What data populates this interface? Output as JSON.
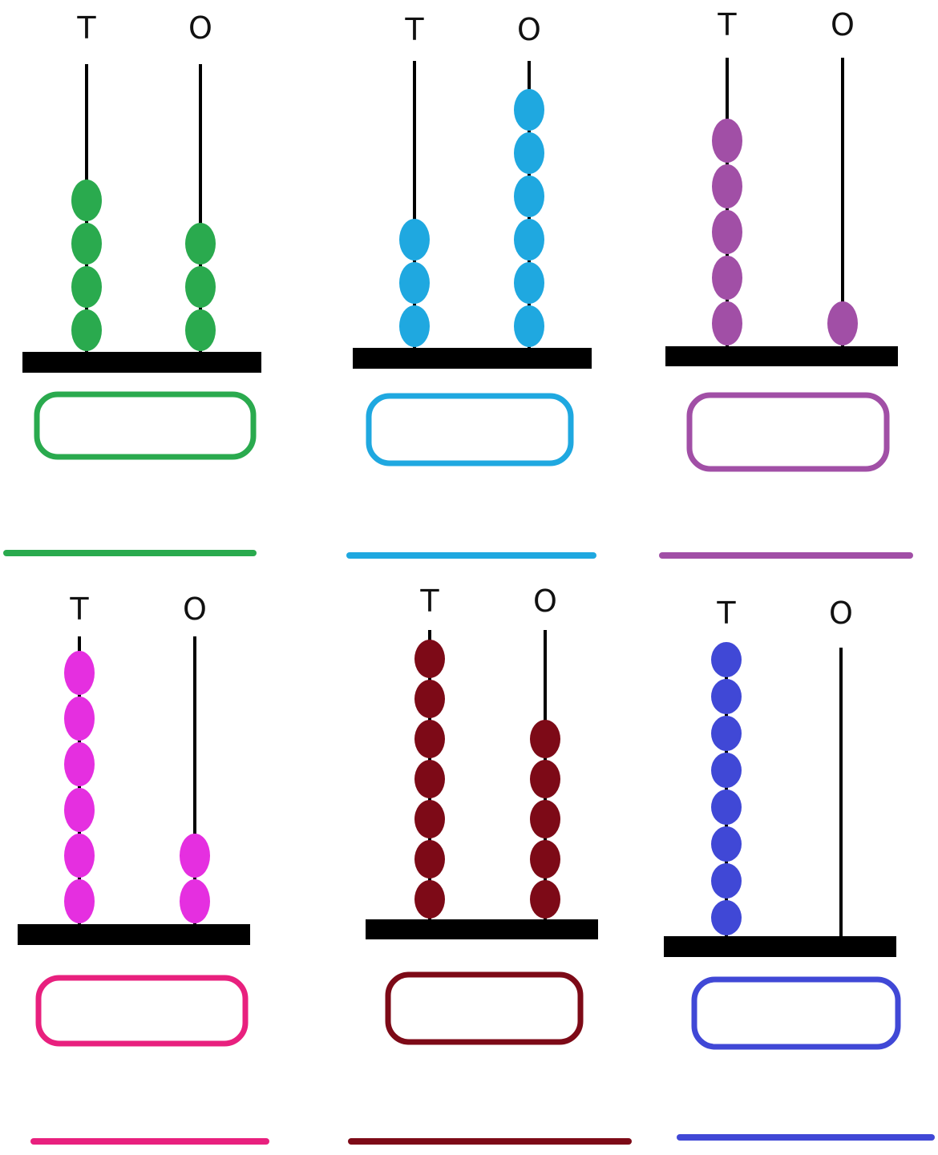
{
  "worksheet": {
    "abaci": [
      {
        "color": "#2aaa4e",
        "column_labels": [
          "T",
          "O"
        ],
        "tens_beads": 4,
        "ones_beads": 3,
        "answer_box": "",
        "answer_line": ""
      },
      {
        "color": "#1fa8e0",
        "column_labels": [
          "T",
          "O"
        ],
        "tens_beads": 3,
        "ones_beads": 6,
        "answer_box": "",
        "answer_line": ""
      },
      {
        "color": "#a14fa6",
        "column_labels": [
          "T",
          "O"
        ],
        "tens_beads": 5,
        "ones_beads": 1,
        "answer_box": "",
        "answer_line": ""
      },
      {
        "color": "#e52fe0",
        "box_color": "#e8207e",
        "column_labels": [
          "T",
          "O"
        ],
        "tens_beads": 6,
        "ones_beads": 2,
        "answer_box": "",
        "answer_line": ""
      },
      {
        "color": "#7d0a17",
        "column_labels": [
          "T",
          "O"
        ],
        "tens_beads": 7,
        "ones_beads": 5,
        "answer_box": "",
        "answer_line": ""
      },
      {
        "color": "#4048d6",
        "column_labels": [
          "T",
          "O"
        ],
        "tens_beads": 8,
        "ones_beads": 0,
        "answer_box": "",
        "answer_line": ""
      }
    ]
  }
}
